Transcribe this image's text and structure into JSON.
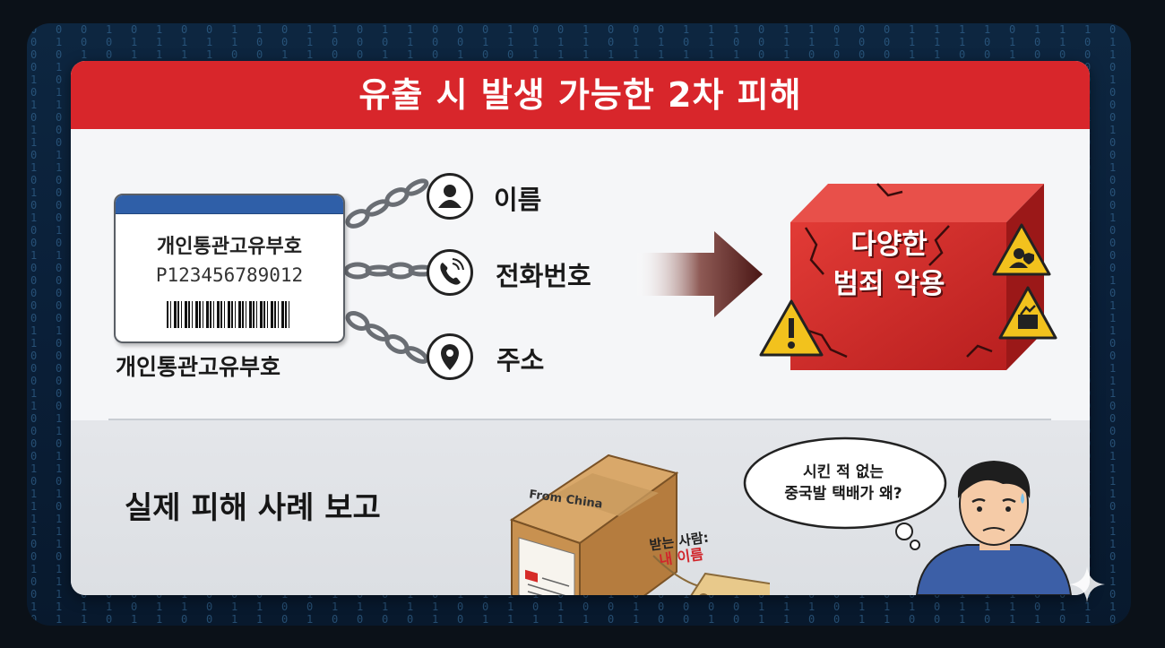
{
  "banner": {
    "title": "유출 시 발생 가능한 2차 피해"
  },
  "id_card": {
    "heading": "개인통관고유부호",
    "number": "P123456789012",
    "caption": "개인통관고유부호"
  },
  "linked_info": [
    {
      "label": "이름",
      "icon": "person-icon"
    },
    {
      "label": "전화번호",
      "icon": "phone-icon"
    },
    {
      "label": "주소",
      "icon": "location-pin-icon"
    }
  ],
  "crime_box": {
    "line1": "다양한",
    "line2": "범죄 악용"
  },
  "report": {
    "title": "실제 피해 사례 보고"
  },
  "parcel": {
    "stamp": "From China",
    "tag_line1": "받는 사람:",
    "tag_line2": "내 이름"
  },
  "speech_bubble": {
    "line1": "시킨 적 없는",
    "line2": "중국발 택배가 왜?"
  },
  "colors": {
    "banner_red": "#d8262b",
    "box_red": "#cf2a2a",
    "tag_red": "#d1262b"
  }
}
